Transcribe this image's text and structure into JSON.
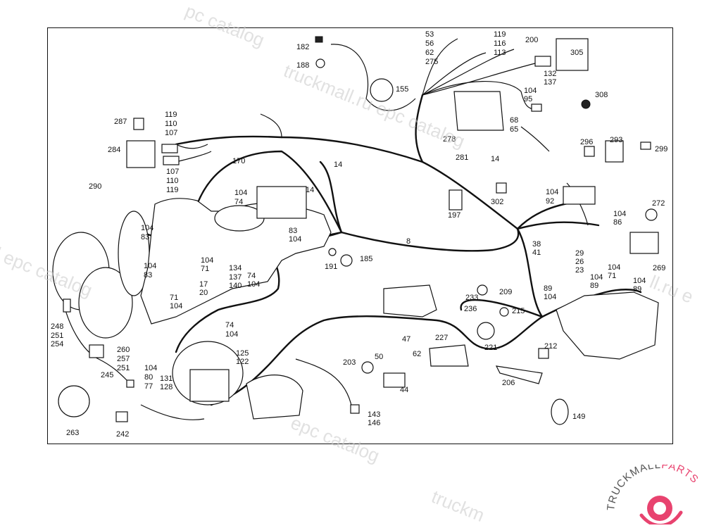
{
  "watermarks": [
    "pc catalog",
    "truckmall.ru epc catalog",
    "l epc catalog",
    "ll.ru e",
    "epc catalog",
    "truckm"
  ],
  "brand": {
    "word_dark": "TRUCKMALL",
    "word_accent": "PARTS",
    "accent_color": "#e8436f",
    "dark_color": "#555555"
  },
  "labels": [
    "182",
    "188",
    "53",
    "56",
    "62",
    "275",
    "119",
    "116",
    "113",
    "200",
    "305",
    "155",
    "132",
    "137",
    "308",
    "104",
    "95",
    "287",
    "119",
    "110",
    "107",
    "68",
    "65",
    "278",
    "281",
    "296",
    "293",
    "299",
    "284",
    "107",
    "110",
    "119",
    "170",
    "14",
    "14",
    "14",
    "290",
    "104",
    "74",
    "197",
    "302",
    "104",
    "92",
    "272",
    "104",
    "83",
    "83",
    "104",
    "8",
    "104",
    "86",
    "38",
    "41",
    "269",
    "104",
    "83",
    "104",
    "71",
    "134",
    "137",
    "140",
    "74",
    "104",
    "191",
    "185",
    "29",
    "26",
    "23",
    "104",
    "89",
    "104",
    "71",
    "104",
    "89",
    "17",
    "20",
    "71",
    "104",
    "233",
    "209",
    "89",
    "104",
    "236",
    "215",
    "248",
    "251",
    "254",
    "74",
    "104",
    "47",
    "227",
    "221",
    "212",
    "260",
    "257",
    "251",
    "125",
    "122",
    "50",
    "62",
    "203",
    "104",
    "80",
    "77",
    "131",
    "128",
    "245",
    "206",
    "44",
    "143",
    "146",
    "149",
    "263",
    "242"
  ],
  "colors": {
    "line": "#111111",
    "watermark": "#c9c9c9"
  }
}
